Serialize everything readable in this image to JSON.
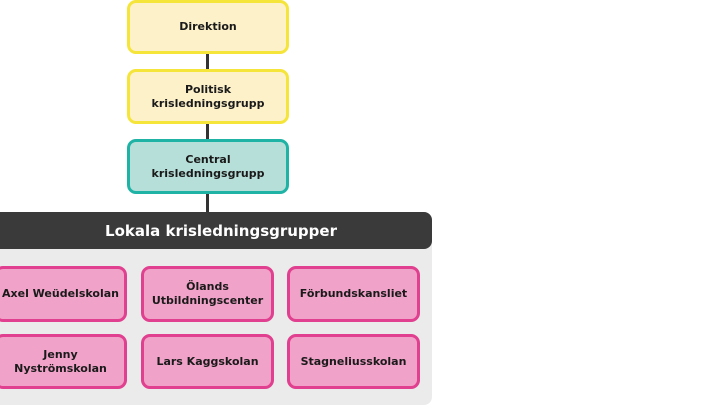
{
  "hierarchy": {
    "direktion": "Direktion",
    "politisk": "Politisk\nkrisledningsgrupp",
    "central": "Central\nkrisledningsgrupp"
  },
  "lokala": {
    "title": "Lokala krisledningsgrupper",
    "schools": [
      "Axel Weüdelskolan",
      "Ölands\nUtbildningscenter",
      "Förbundskansliet",
      "Jenny Nyströmskolan",
      "Lars Kaggskolan",
      "Stagneliusskolan"
    ]
  },
  "colors": {
    "yellow_fill": "#fdf1c9",
    "yellow_border": "#f5e43a",
    "teal_fill": "#b6dfd9",
    "teal_border": "#1fb3a6",
    "pink_fill": "#f1a2c8",
    "pink_border": "#e0408f",
    "header_dark": "#3a3a3a",
    "panel_gray": "#ebebeb"
  }
}
